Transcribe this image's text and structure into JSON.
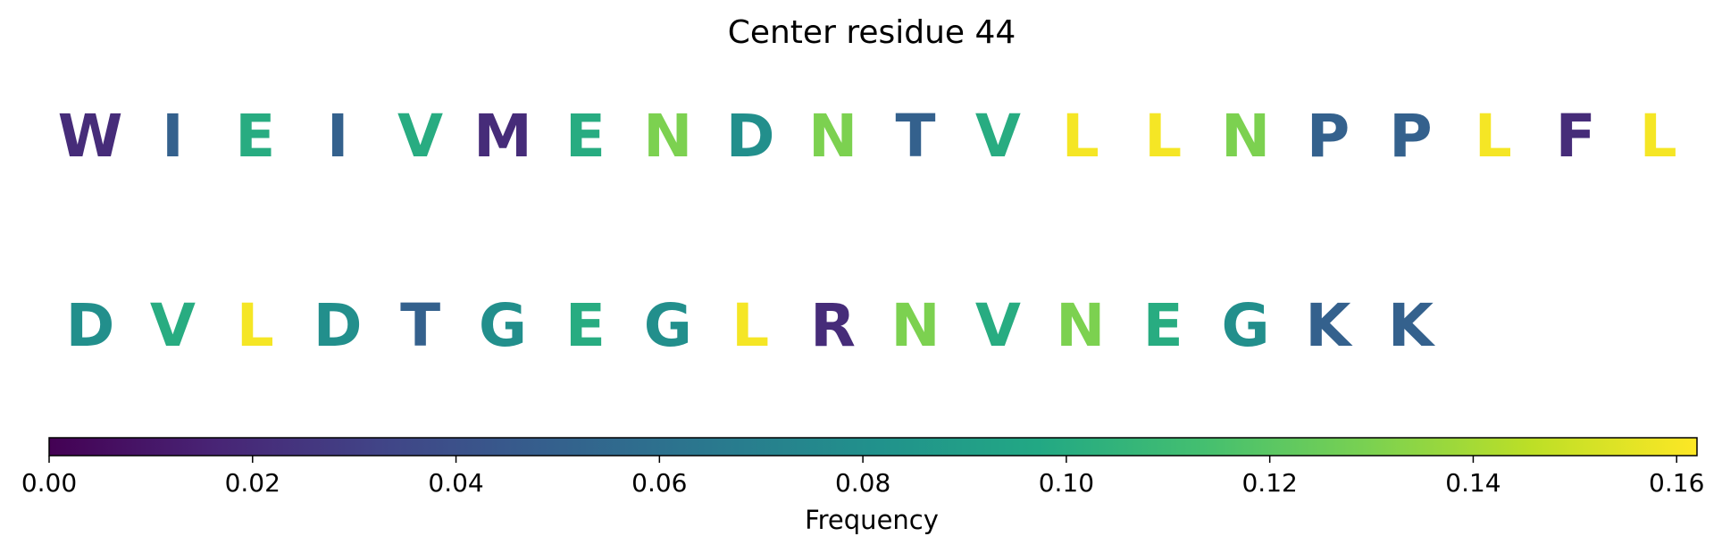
{
  "chart_data": {
    "type": "sequence-logo",
    "title": "Center residue 44",
    "rows": [
      [
        {
          "residue": "W",
          "frequency": 0.02
        },
        {
          "residue": "I",
          "frequency": 0.05
        },
        {
          "residue": "E",
          "frequency": 0.1
        },
        {
          "residue": "I",
          "frequency": 0.05
        },
        {
          "residue": "V",
          "frequency": 0.1
        },
        {
          "residue": "M",
          "frequency": 0.02
        },
        {
          "residue": "E",
          "frequency": 0.1
        },
        {
          "residue": "N",
          "frequency": 0.13
        },
        {
          "residue": "D",
          "frequency": 0.08
        },
        {
          "residue": "N",
          "frequency": 0.13
        },
        {
          "residue": "T",
          "frequency": 0.05
        },
        {
          "residue": "V",
          "frequency": 0.1
        },
        {
          "residue": "L",
          "frequency": 0.16
        },
        {
          "residue": "L",
          "frequency": 0.16
        },
        {
          "residue": "N",
          "frequency": 0.13
        },
        {
          "residue": "P",
          "frequency": 0.05
        },
        {
          "residue": "P",
          "frequency": 0.05
        },
        {
          "residue": "L",
          "frequency": 0.16
        },
        {
          "residue": "F",
          "frequency": 0.02
        },
        {
          "residue": "L",
          "frequency": 0.16
        }
      ],
      [
        {
          "residue": "D",
          "frequency": 0.08
        },
        {
          "residue": "V",
          "frequency": 0.1
        },
        {
          "residue": "L",
          "frequency": 0.16
        },
        {
          "residue": "D",
          "frequency": 0.08
        },
        {
          "residue": "T",
          "frequency": 0.05
        },
        {
          "residue": "G",
          "frequency": 0.08
        },
        {
          "residue": "E",
          "frequency": 0.1
        },
        {
          "residue": "G",
          "frequency": 0.08
        },
        {
          "residue": "L",
          "frequency": 0.16
        },
        {
          "residue": "R",
          "frequency": 0.02
        },
        {
          "residue": "N",
          "frequency": 0.13
        },
        {
          "residue": "V",
          "frequency": 0.1
        },
        {
          "residue": "N",
          "frequency": 0.13
        },
        {
          "residue": "E",
          "frequency": 0.1
        },
        {
          "residue": "G",
          "frequency": 0.08
        },
        {
          "residue": "K",
          "frequency": 0.05
        },
        {
          "residue": "K",
          "frequency": 0.05
        }
      ]
    ],
    "colorbar": {
      "label": "Frequency",
      "colormap": "viridis",
      "range": [
        0,
        0.162
      ],
      "ticks": [
        0.0,
        0.02,
        0.04,
        0.06,
        0.08,
        0.1,
        0.12,
        0.14,
        0.16
      ],
      "tick_labels": [
        "0.00",
        "0.02",
        "0.04",
        "0.06",
        "0.08",
        "0.10",
        "0.12",
        "0.14",
        "0.16"
      ]
    }
  }
}
